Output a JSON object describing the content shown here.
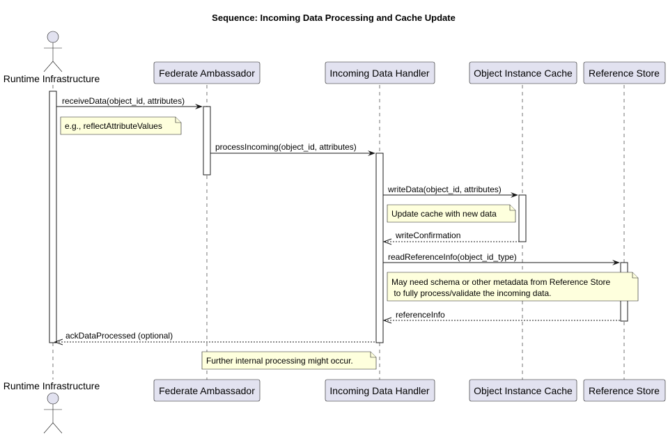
{
  "title": "Sequence: Incoming Data Processing and Cache Update",
  "participants": [
    {
      "id": "runtime",
      "label": "Runtime Infrastructure",
      "kind": "actor"
    },
    {
      "id": "ambassador",
      "label": "Federate Ambassador",
      "kind": "participant"
    },
    {
      "id": "handler",
      "label": "Incoming Data Handler",
      "kind": "participant"
    },
    {
      "id": "cache",
      "label": "Object Instance Cache",
      "kind": "participant"
    },
    {
      "id": "store",
      "label": "Reference Store",
      "kind": "participant"
    }
  ],
  "messages": [
    {
      "from": "runtime",
      "to": "ambassador",
      "label": "receiveData(object_id, attributes)",
      "style": "solid"
    },
    {
      "from": "ambassador",
      "to": "handler",
      "label": "processIncoming(object_id, attributes)",
      "style": "solid"
    },
    {
      "from": "handler",
      "to": "cache",
      "label": "writeData(object_id, attributes)",
      "style": "solid"
    },
    {
      "from": "cache",
      "to": "handler",
      "label": "writeConfirmation",
      "style": "dashed"
    },
    {
      "from": "handler",
      "to": "store",
      "label": "readReferenceInfo(object_id_type)",
      "style": "solid"
    },
    {
      "from": "store",
      "to": "handler",
      "label": "referenceInfo",
      "style": "dashed"
    },
    {
      "from": "handler",
      "to": "runtime",
      "label": "ackDataProcessed (optional)",
      "style": "dashed"
    }
  ],
  "notes": [
    {
      "lines": [
        "e.g., reflectAttributeValues"
      ]
    },
    {
      "lines": [
        "Update cache with new data"
      ]
    },
    {
      "lines": [
        "May need schema or other metadata from Reference Store",
        " to fully process/validate the incoming data."
      ]
    },
    {
      "lines": [
        "Further internal processing might occur."
      ]
    }
  ],
  "colors": {
    "participant_fill": "#E2E2F0",
    "note_fill": "#FEFFDD",
    "line": "#181818"
  }
}
